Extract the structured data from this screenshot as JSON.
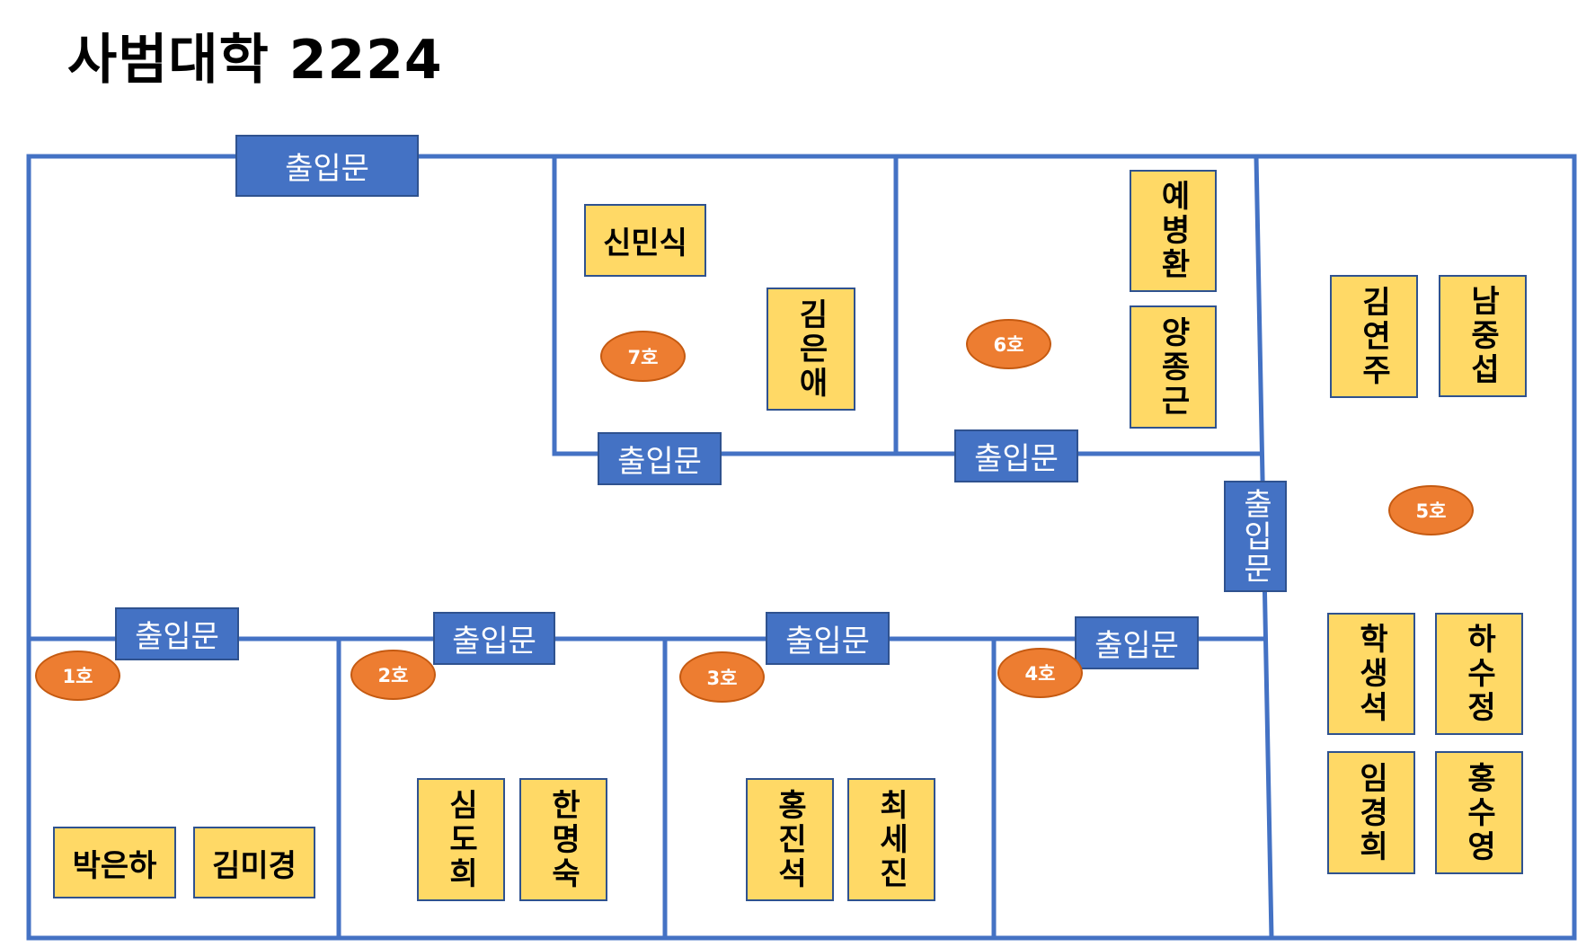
{
  "title": "사범대학 2224",
  "colors": {
    "wall": "#4472c4",
    "door_fill": "#4472c4",
    "name_fill": "#ffd966",
    "room_badge": "#ed7d31"
  },
  "door_label": "출입문",
  "rooms": [
    {
      "label": "1호",
      "occupants": [
        "박은하",
        "김미경"
      ]
    },
    {
      "label": "2호",
      "occupants": [
        "심도희",
        "한명숙"
      ]
    },
    {
      "label": "3호",
      "occupants": [
        "홍진석",
        "최세진"
      ]
    },
    {
      "label": "4호",
      "occupants": []
    },
    {
      "label": "5호",
      "occupants": [
        "김연주",
        "남중섭",
        "학생석",
        "하수정",
        "임경희",
        "홍수영"
      ]
    },
    {
      "label": "6호",
      "occupants": [
        "예병환",
        "양종근"
      ]
    },
    {
      "label": "7호",
      "occupants": [
        "신민식",
        "김은애"
      ]
    }
  ]
}
